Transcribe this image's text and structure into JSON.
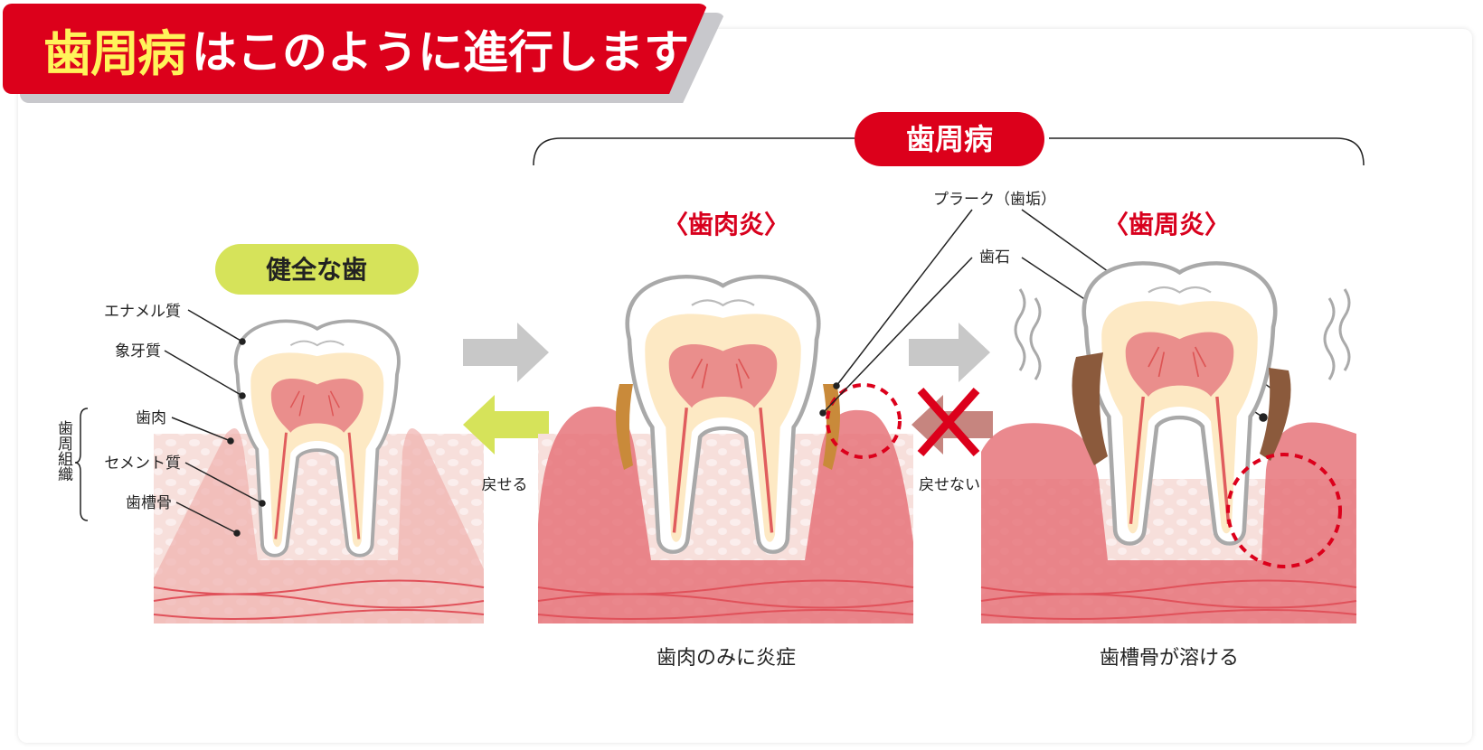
{
  "title": {
    "highlight": "歯周病",
    "rest": "はこのように進行します"
  },
  "group_label": "歯周病",
  "stages": [
    {
      "label": "健全な歯"
    },
    {
      "label": "〈歯肉炎〉",
      "caption": "歯肉のみに炎症"
    },
    {
      "label": "〈歯周炎〉",
      "caption": "歯槽骨が溶ける"
    }
  ],
  "anatomy_labels": {
    "enamel": "エナメル質",
    "dentin": "象牙質",
    "gum": "歯肉",
    "cementum": "セメント質",
    "alveolar_bone": "歯槽骨",
    "periodontium": "歯周組織"
  },
  "plaque_labels": {
    "plaque": "プラーク（歯垢）",
    "tartar": "歯石"
  },
  "arrows": {
    "reversible": "戻せる",
    "irreversible": "戻せない"
  },
  "colors": {
    "red": "#dc001b",
    "yellow": "#fff35a",
    "green_badge": "#d6e35a",
    "gum": "#e6747a",
    "bone": "#f6dcd8"
  }
}
